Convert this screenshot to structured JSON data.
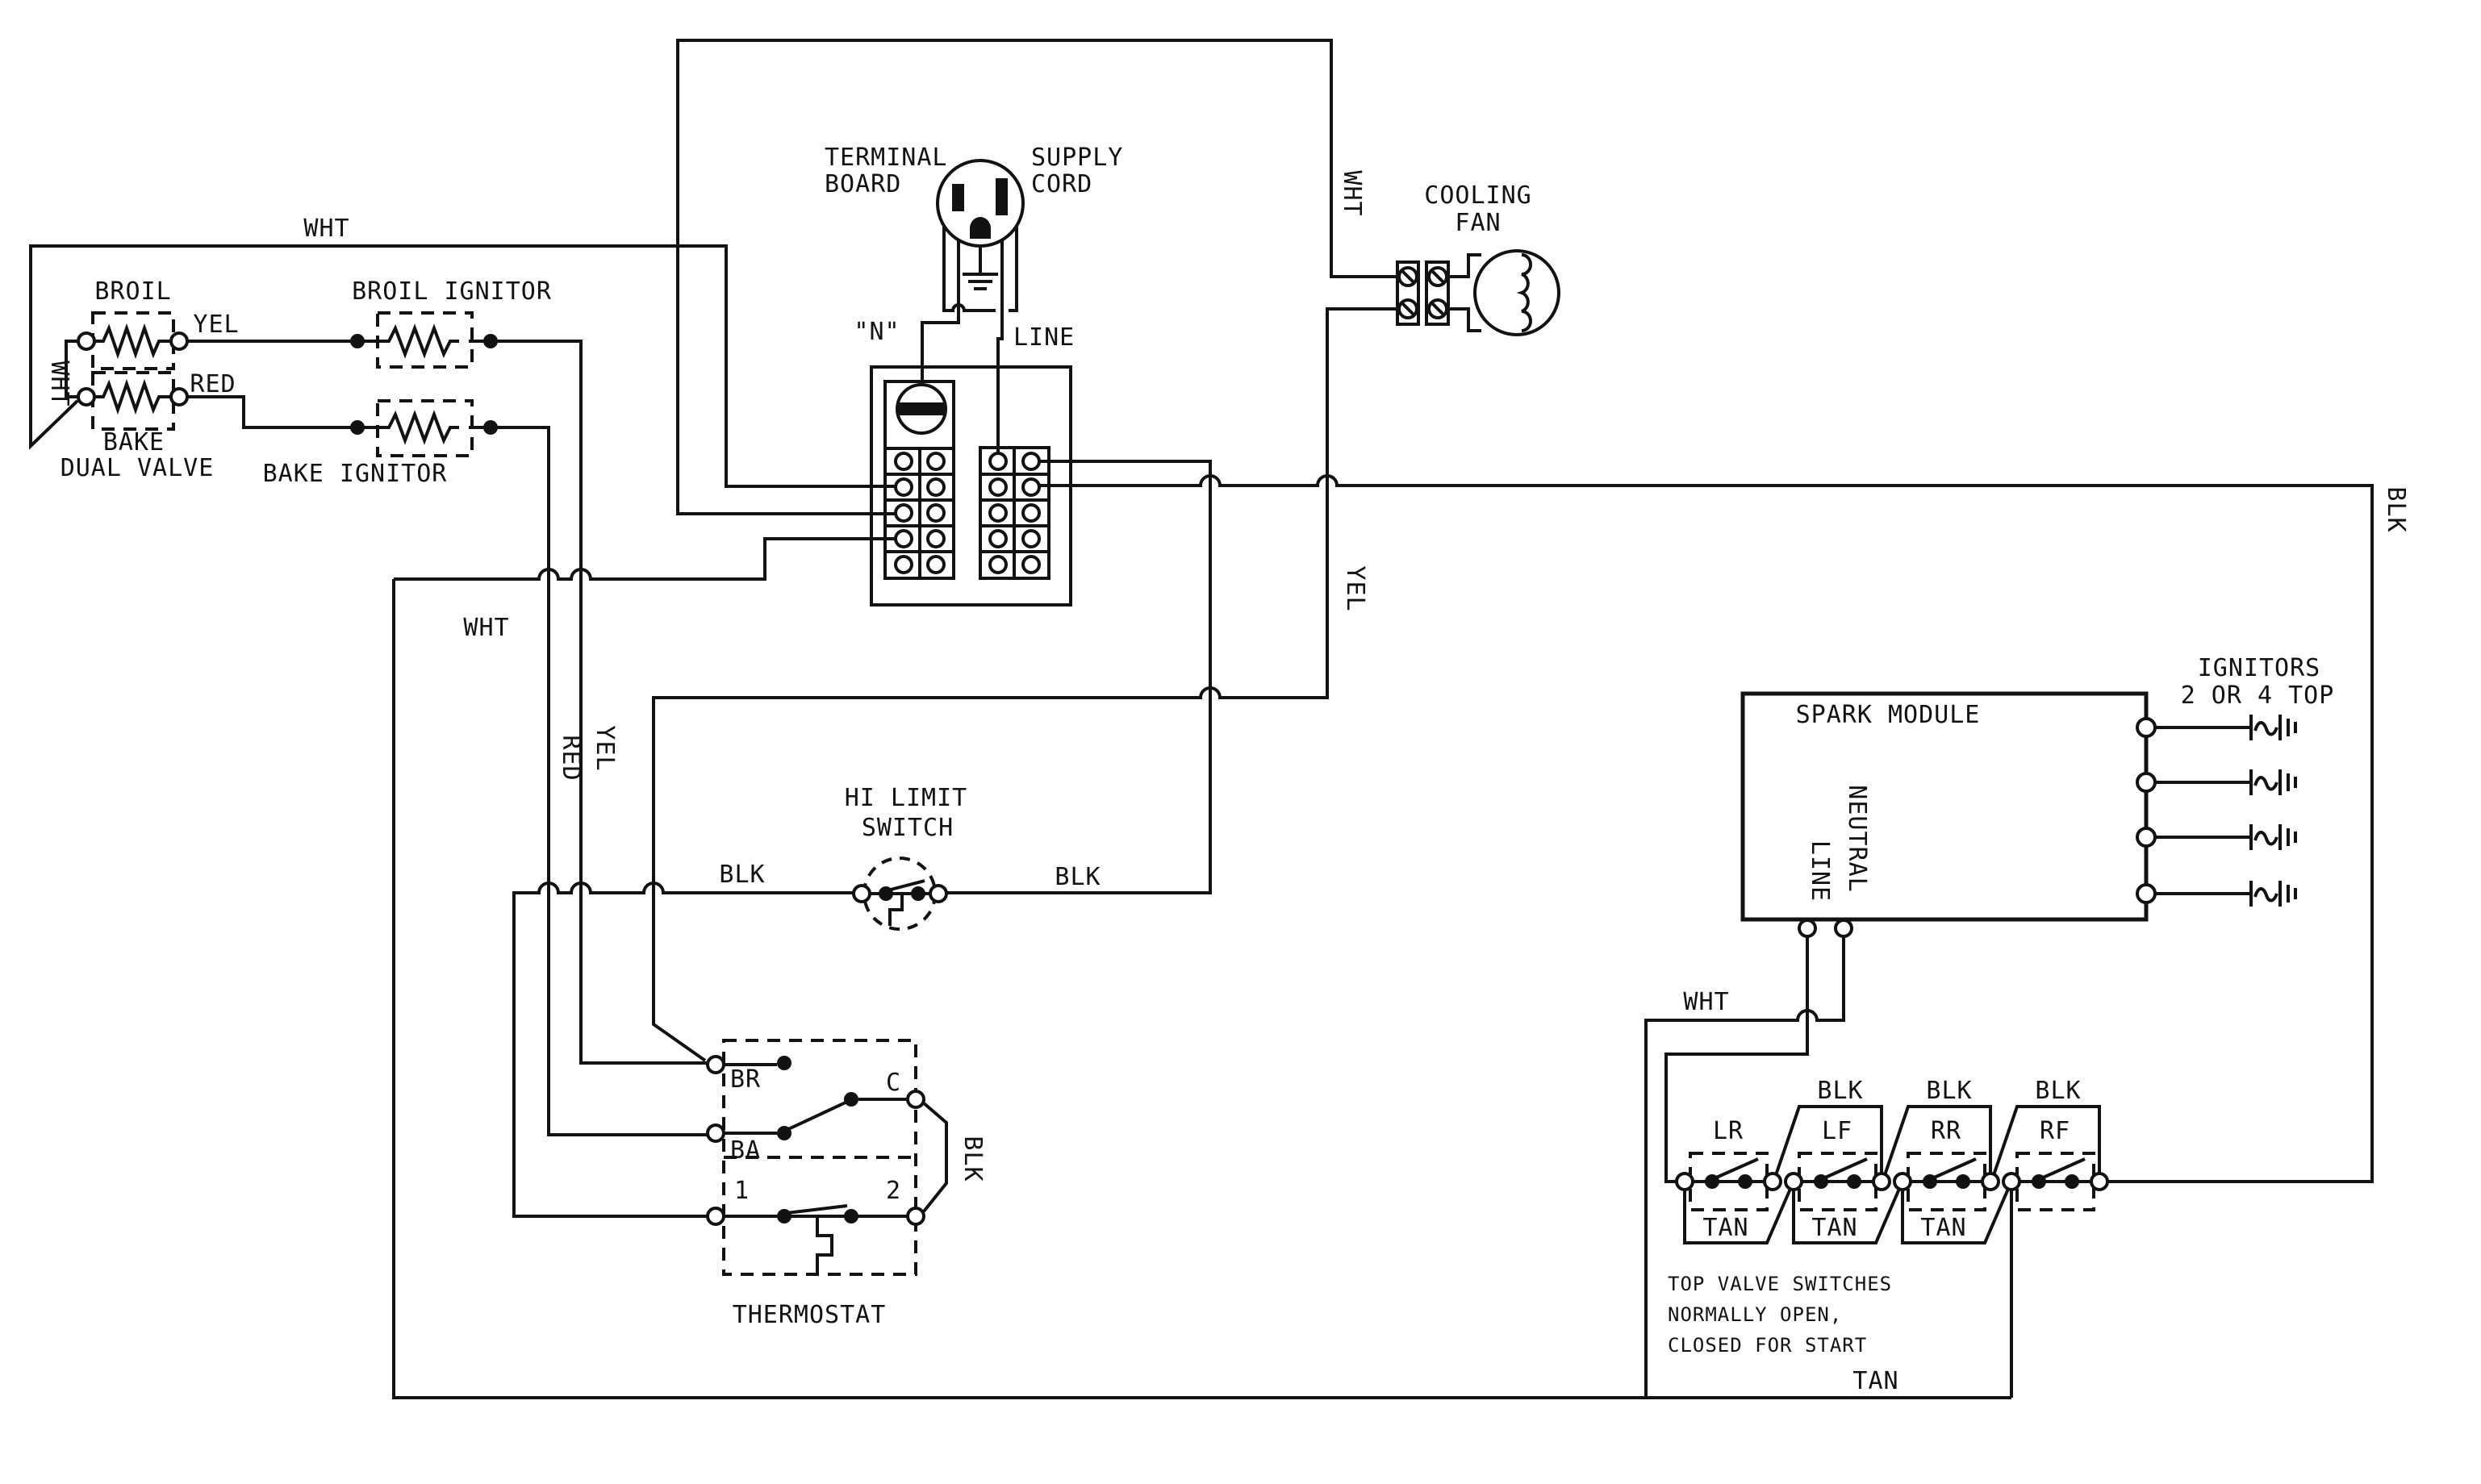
{
  "colors": {
    "background": "#ffffff",
    "ink": "#121212"
  },
  "oven_section": {
    "wht_top": "WHT",
    "wht_left": "WHT",
    "broil": "BROIL",
    "broil_ignitor": "BROIL IGNITOR",
    "yel": "YEL",
    "red": "RED",
    "bake": "BAKE",
    "dual_valve": "DUAL VALVE",
    "bake_ignitor": "BAKE IGNITOR",
    "red_wire": "RED",
    "yel_wire": "YEL",
    "wht_mid": "WHT"
  },
  "supply": {
    "terminal": "TERMINAL",
    "board": "BOARD",
    "supply": "SUPPLY",
    "cord": "CORD",
    "n": "\"N\"",
    "line": "LINE"
  },
  "fan": {
    "wht": "WHT",
    "cooling": "COOLING",
    "fan": "FAN",
    "yel": "YEL"
  },
  "hi_limit": {
    "blk_left": "BLK",
    "title1": "HI LIMIT",
    "title2": "SWITCH",
    "blk_right": "BLK"
  },
  "thermostat": {
    "br": "BR",
    "ba": "BA",
    "c": "C",
    "t1": "1",
    "t2": "2",
    "blk": "BLK",
    "title": "THERMOSTAT"
  },
  "spark": {
    "title": "SPARK MODULE",
    "neutral": "NEUTRAL",
    "line": "LINE",
    "ignitors_1": "IGNITORS",
    "ignitors_2": "2 OR 4 TOP",
    "wht": "WHT",
    "blk_right": "BLK"
  },
  "switches": {
    "lr": "LR",
    "lf": "LF",
    "rr": "RR",
    "rf": "RF",
    "blk": "BLK",
    "tan": "TAN",
    "note1": "TOP VALVE SWITCHES",
    "note2": "NORMALLY OPEN,",
    "note3": "CLOSED FOR START",
    "tan_bottom": "TAN"
  }
}
